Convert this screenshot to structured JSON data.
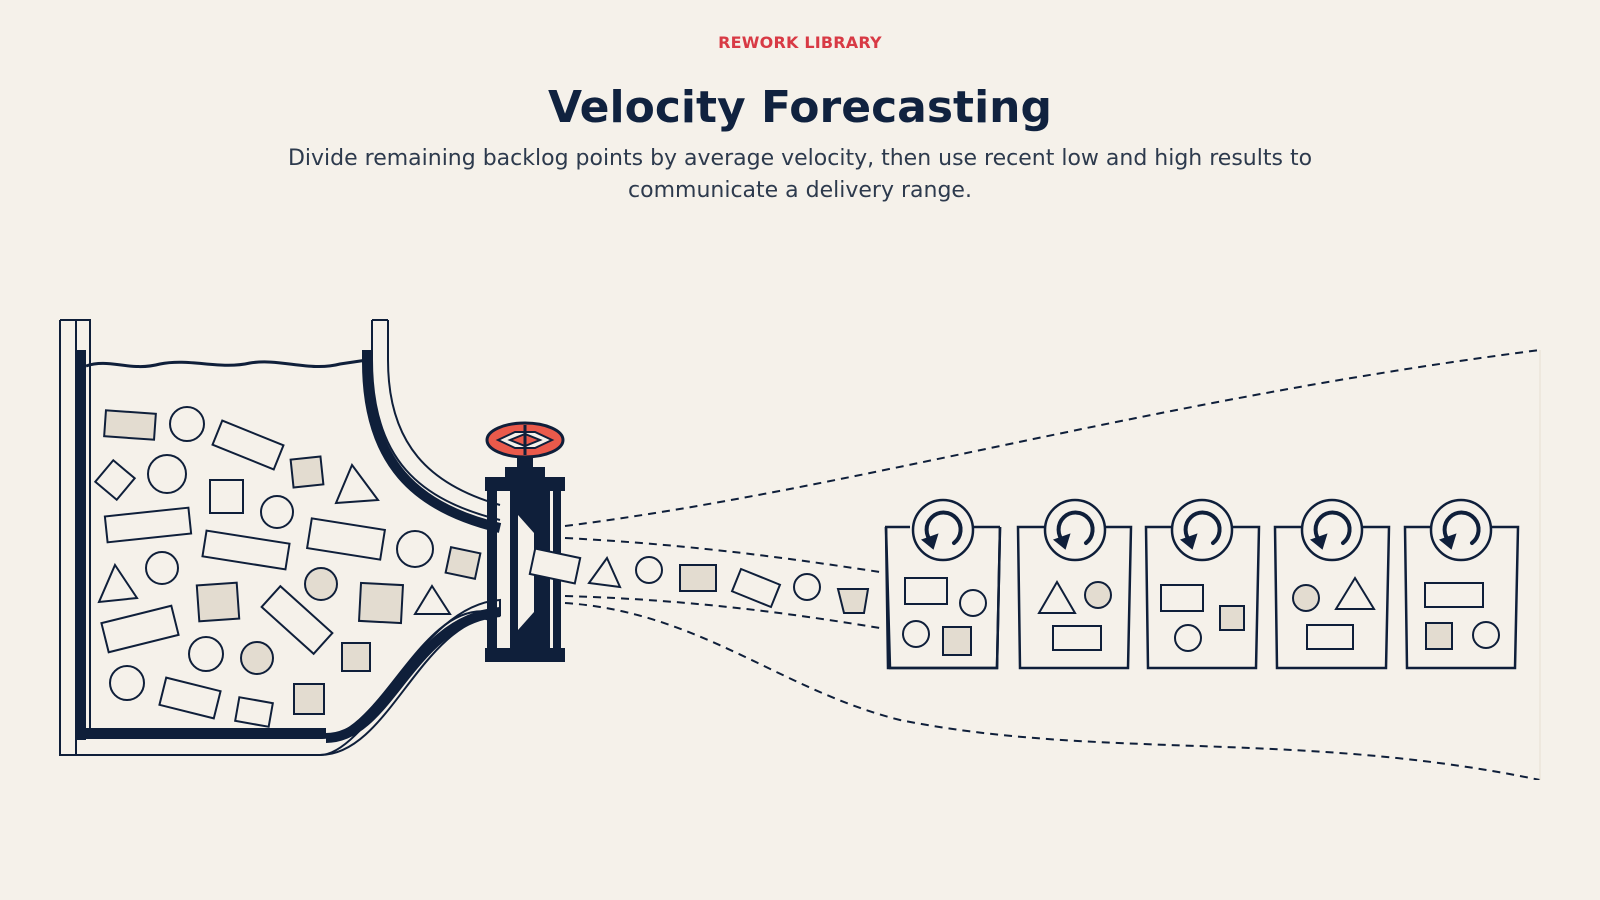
{
  "header": {
    "eyebrow": "REWORK LIBRARY",
    "title": "Velocity Forecasting",
    "subtitle": "Divide remaining backlog points by average velocity, then use recent low and high results to communicate a delivery range."
  },
  "illustration": {
    "subject": "backlog-tank-valve-sprint-forecast",
    "sprint_count": 5,
    "colors": {
      "ink": "#0f1f3a",
      "accent": "#ea5a4b",
      "fill": "#e3dcd0",
      "background": "#f5f1ea"
    }
  }
}
